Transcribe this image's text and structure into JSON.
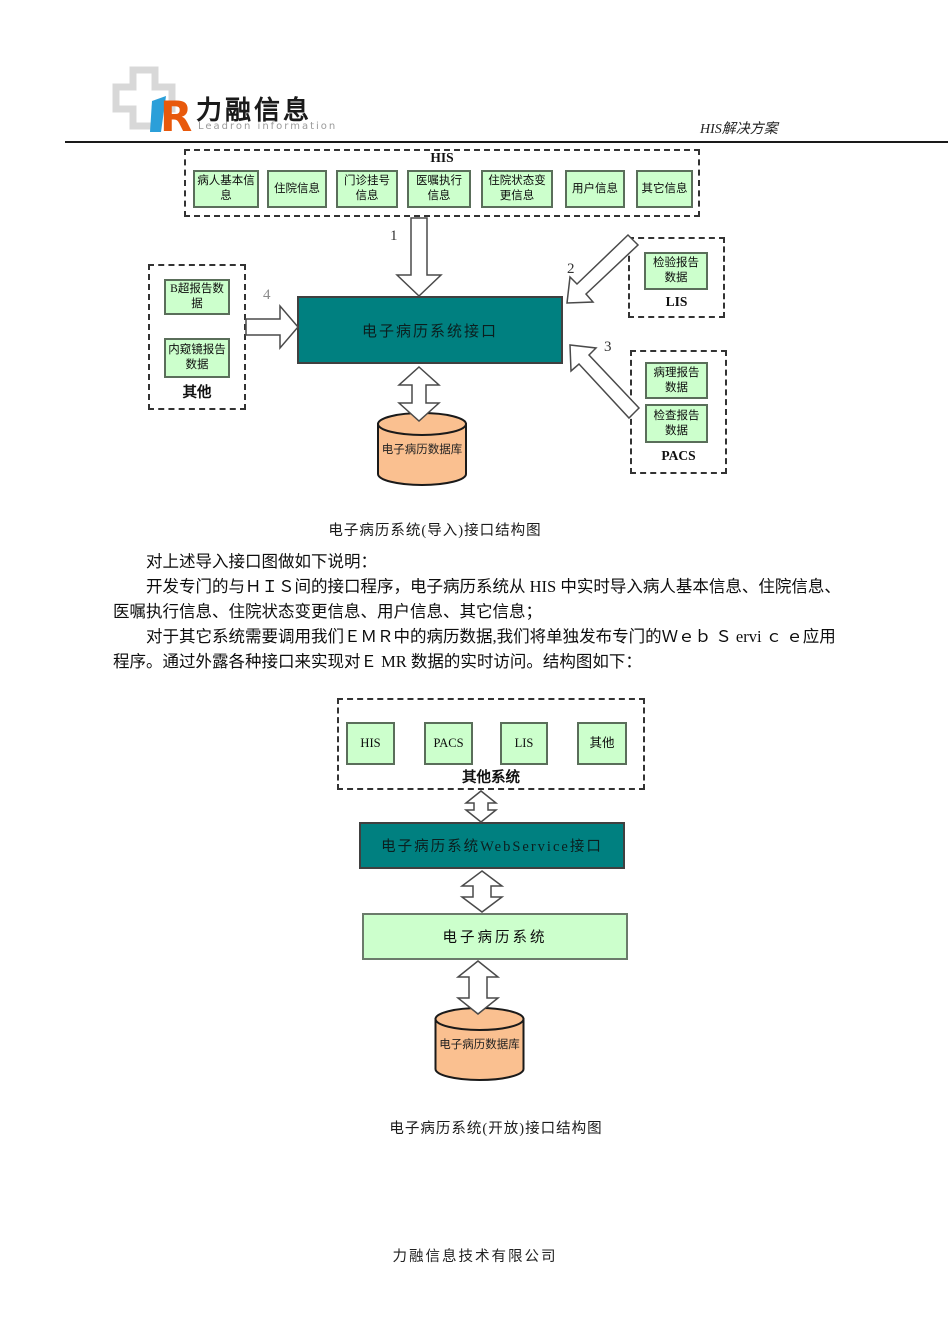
{
  "header": {
    "logo_title": "力融信息",
    "logo_subtitle": "Leadron information",
    "doc_label": "HIS解决方案"
  },
  "diagram1": {
    "his": {
      "label": "HIS",
      "items": [
        "病人基本信息",
        "住院信息",
        "门诊挂号信息",
        "医嘱执行信息",
        "住院状态变更信息",
        "用户信息",
        "其它信息"
      ]
    },
    "other": {
      "label": "其他",
      "items": [
        "B超报告数据",
        "内窥镜报告数据"
      ]
    },
    "lis": {
      "label": "LIS",
      "items": [
        "检验报告数据"
      ]
    },
    "pacs": {
      "label": "PACS",
      "items": [
        "病理报告数据",
        "检查报告数据"
      ]
    },
    "center_box": "电子病历系统接口",
    "database": "电子病历数据库",
    "arrow_labels": {
      "a1": "1",
      "a2": "2",
      "a3": "3",
      "a4": "4"
    },
    "caption": "电子病历系统(导入)接口结构图"
  },
  "body_text": {
    "p1": "对上述导入接口图做如下说明：",
    "p2": "开发专门的与ＨＩＳ间的接口程序，电子病历系统从 HIS 中实时导入病人基本信息、住院信息、医嘱执行信息、住院状态变更信息、用户信息、其它信息；",
    "p3": "对于其它系统需要调用我们ＥＭＲ中的病历数据,我们将单独发布专门的Ｗｅｂ Ｓ ervi ｃ ｅ应用程序。通过外露各种接口来实现对Ｅ MR 数据的实时访问。结构图如下："
  },
  "diagram2": {
    "others": {
      "label": "其他系统",
      "items": [
        "HIS",
        "PACS",
        "LIS",
        "其他"
      ]
    },
    "webservice_box": "电子病历系统WebService接口",
    "emr_box": "电子病历系统",
    "database": "电子病历数据库",
    "caption": "电子病历系统(开放)接口结构图"
  },
  "footer": {
    "company": "力融信息技术有限公司"
  },
  "colors": {
    "box_green": "#CCFFCC",
    "box_green_border": "#5A6E5A",
    "interface_teal": "#008080",
    "database_peach": "#FAC090",
    "logo_blue": "#2B9FD9",
    "logo_orange": "#E8590C"
  }
}
